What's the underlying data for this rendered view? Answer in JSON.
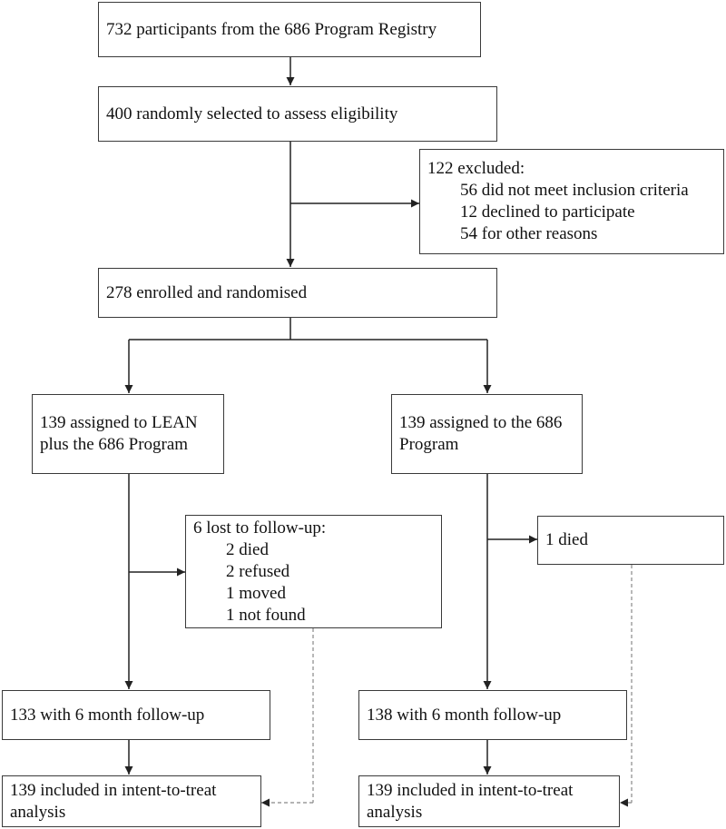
{
  "flowchart": {
    "registry": "732 participants from the 686 Program Registry",
    "eligibility": "400 randomly selected to assess eligibility",
    "excluded": {
      "title": "122 excluded:",
      "items": [
        "56 did not meet inclusion criteria",
        "12 declined to participate",
        "54 for other reasons"
      ]
    },
    "enrolled": "278 enrolled and randomised",
    "lean_arm": {
      "line1": "139 assigned to LEAN",
      "line2": "plus the 686 Program"
    },
    "control_arm": {
      "line1": "139 assigned to the 686",
      "line2": "Program"
    },
    "lean_lost": {
      "title": "6 lost to follow-up:",
      "items": [
        "2 died",
        "2 refused",
        "1 moved",
        "1 not found"
      ]
    },
    "control_lost": "1 died",
    "lean_followup": "133 with 6 month follow-up",
    "control_followup": "138 with 6 month follow-up",
    "lean_itt": {
      "line1": "139 included in intent-to-treat",
      "line2": "analysis"
    },
    "control_itt": {
      "line1": "139 included in intent-to-treat",
      "line2": "analysis"
    }
  }
}
